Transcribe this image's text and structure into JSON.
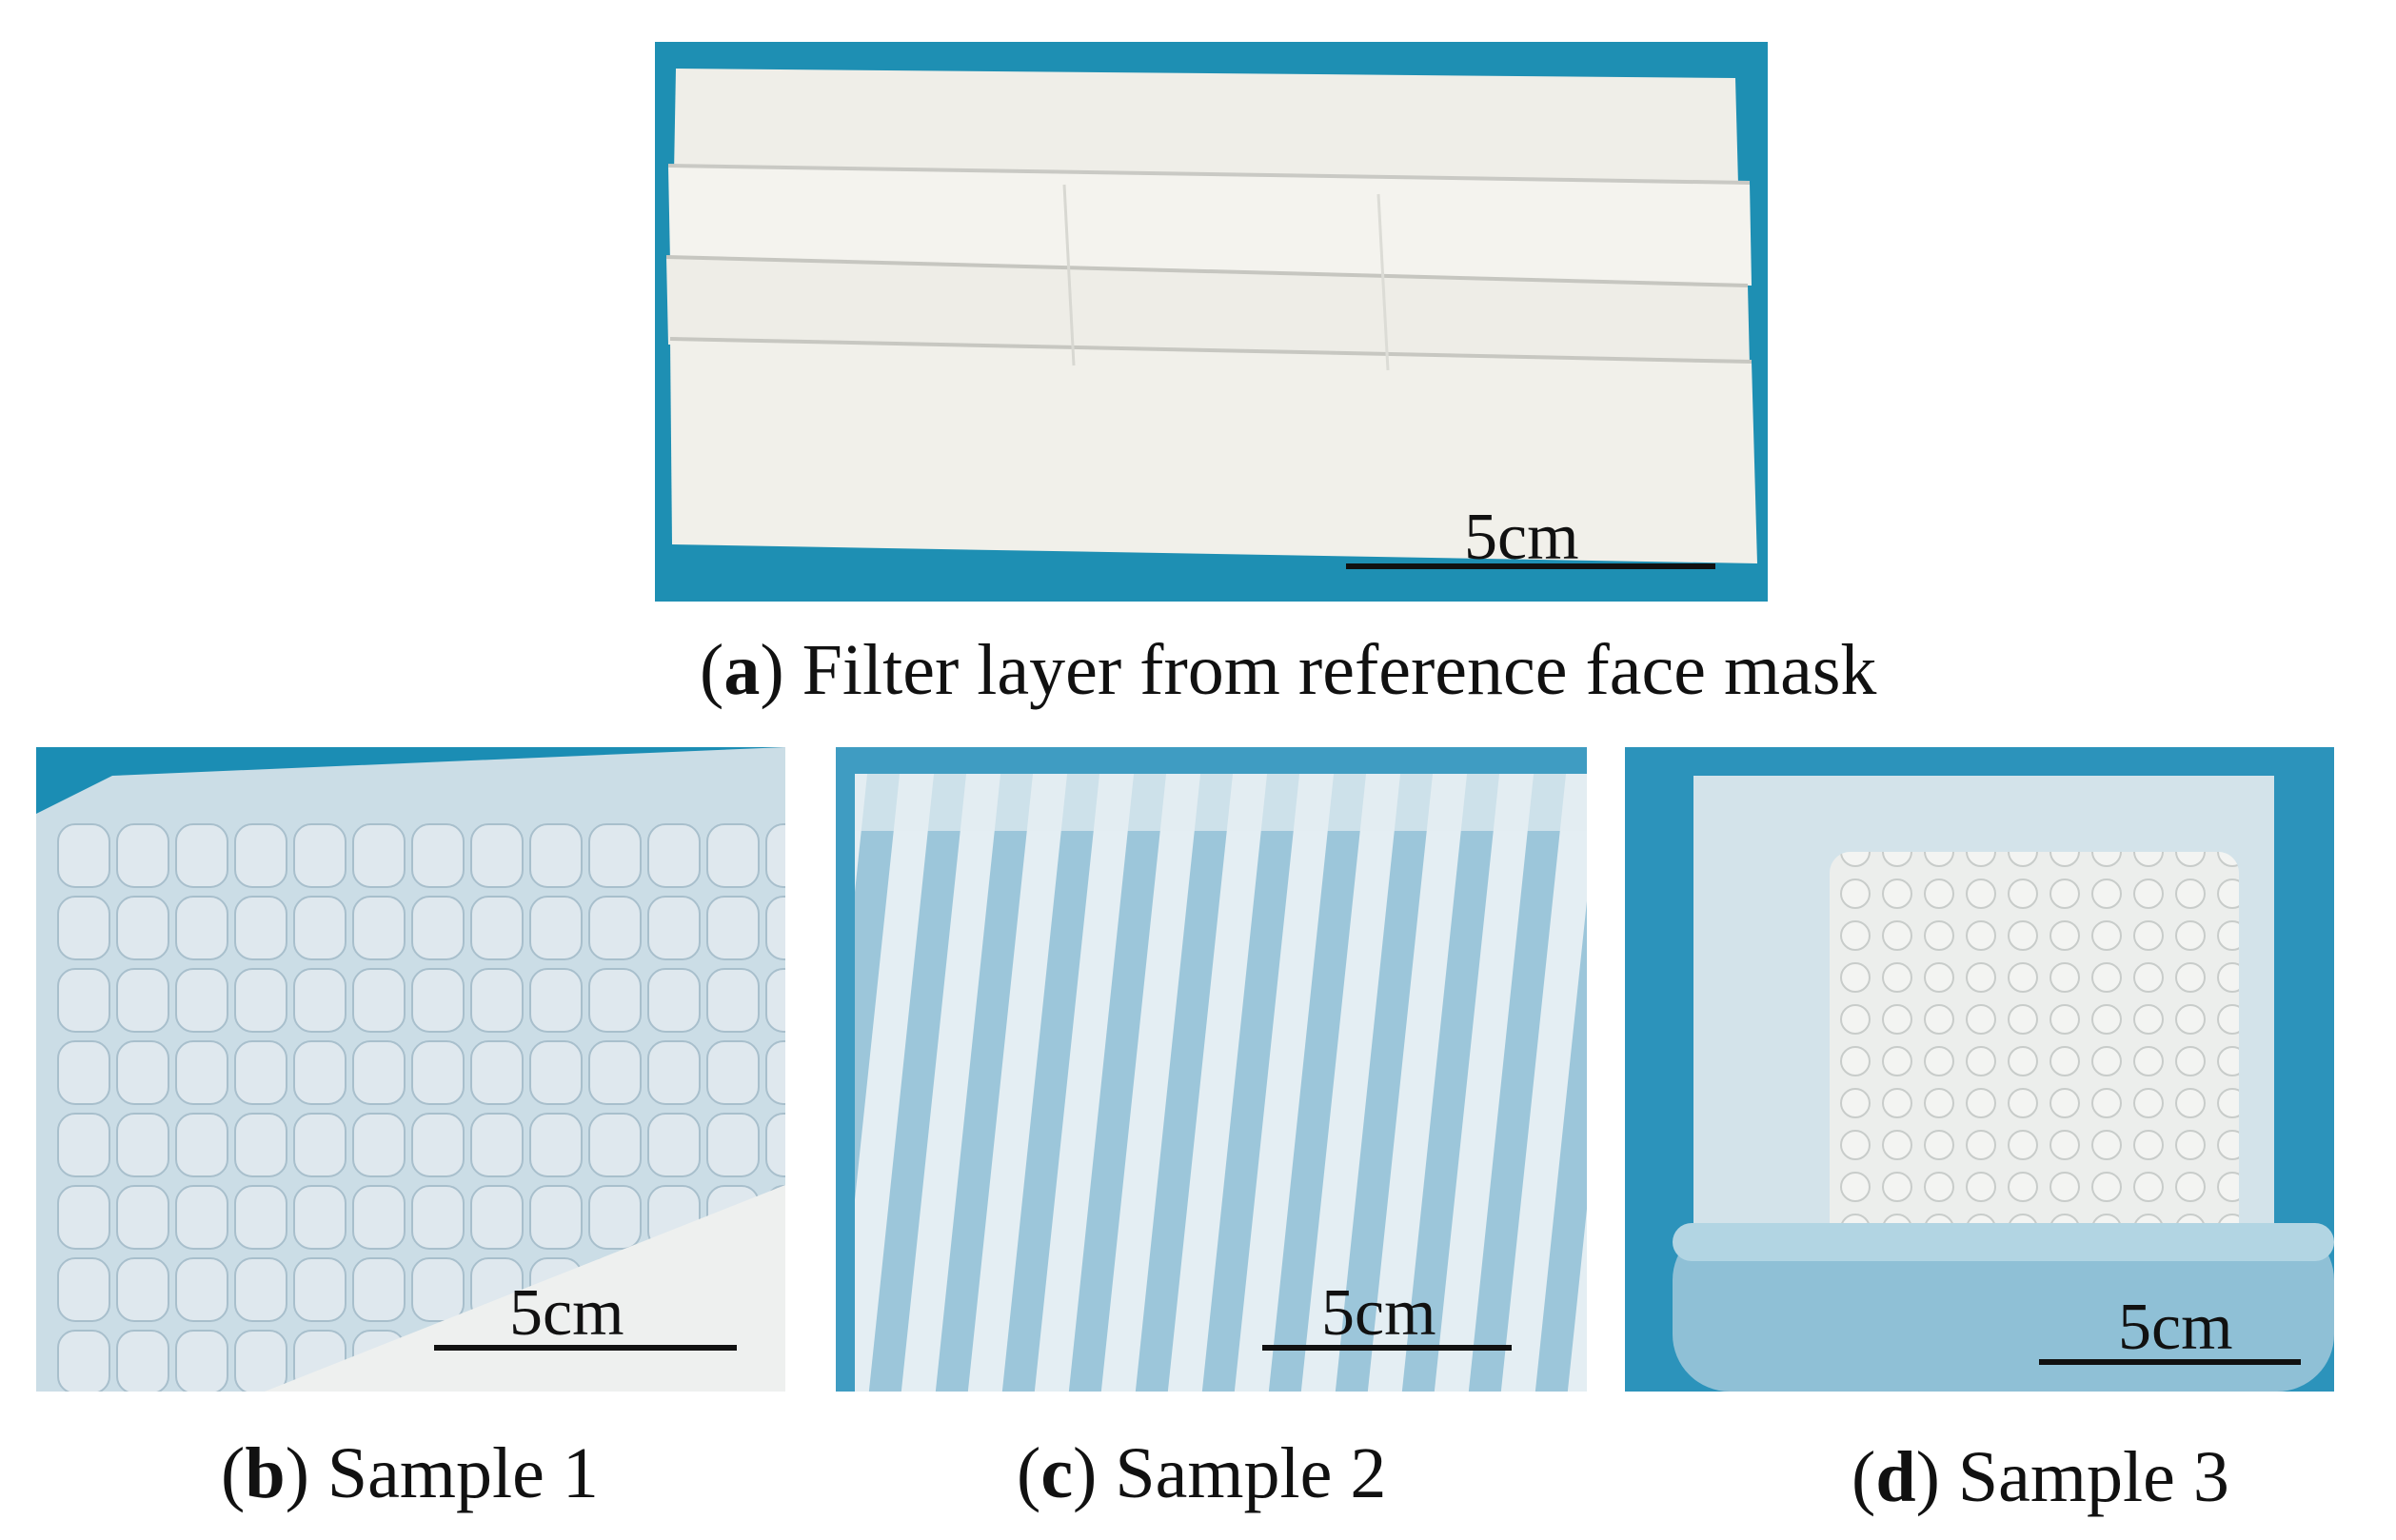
{
  "panels": {
    "a": {
      "scale_label": "5cm",
      "caption_letter": "a",
      "caption_text": "Filter layer from reference face mask"
    },
    "b": {
      "scale_label": "5cm",
      "caption_letter": "b",
      "caption_text": "Sample 1"
    },
    "c": {
      "scale_label": "5cm",
      "caption_letter": "c",
      "caption_text": "Sample 2"
    },
    "d": {
      "scale_label": "5cm",
      "caption_letter": "d",
      "caption_text": "Sample 3"
    }
  },
  "colors": {
    "background_teal": "#1e8fb3",
    "fabric_white": "#f2f1ec",
    "scale_bar": "#111111"
  }
}
